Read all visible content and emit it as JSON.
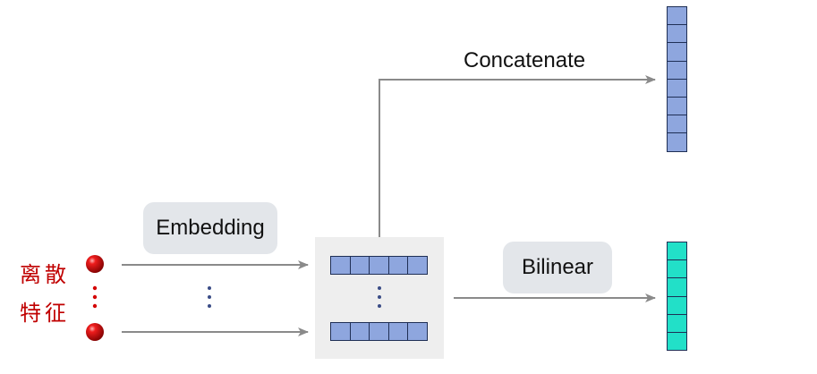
{
  "labels": {
    "embedding": "Embedding",
    "bilinear": "Bilinear",
    "concatenate": "Concatenate",
    "discrete_features_line1": "离散",
    "discrete_features_line2": "特征"
  },
  "colors": {
    "embedding_vector": "#8ea6de",
    "concat_output": "#8ea6de",
    "bilinear_output": "#22e0c8",
    "feature_node": "#d40000",
    "arrow": "#8a8a8a",
    "chinese_label": "#c00000",
    "label_box": "#e3e6ea"
  },
  "vectors": {
    "embedding_cells": 5,
    "concat_cells": 8,
    "bilinear_cells": 6
  }
}
